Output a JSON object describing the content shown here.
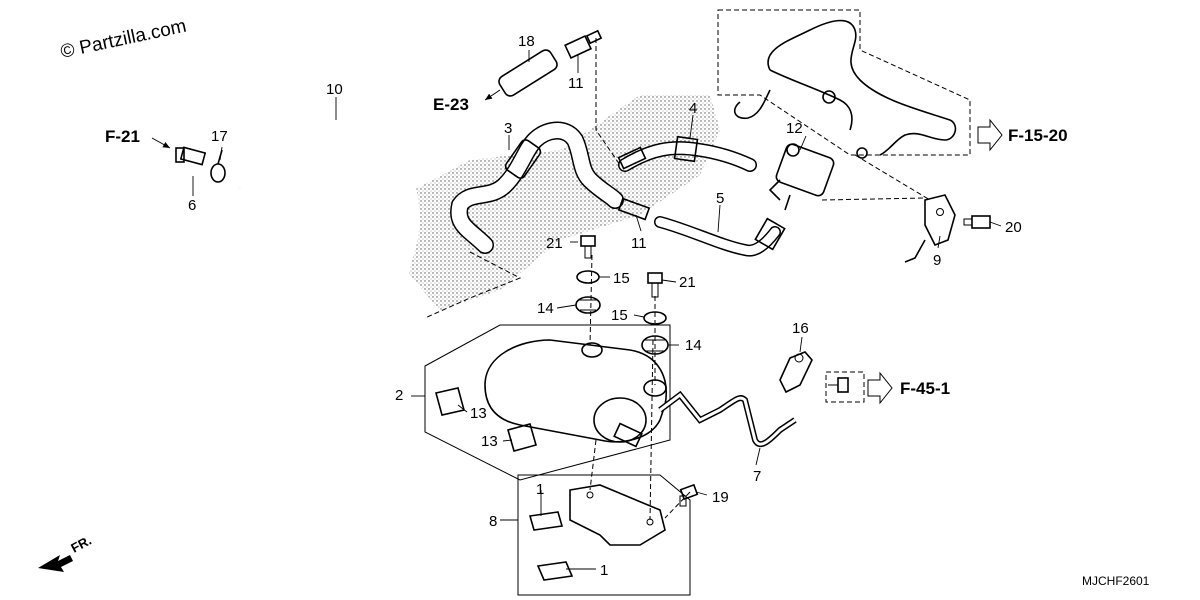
{
  "watermark": "© Partzilla.com",
  "diagram_code": "MJCHF2601",
  "direction_label": "FR.",
  "references": [
    "F-21",
    "E-23",
    "F-15-20",
    "F-45-1"
  ],
  "callouts": [
    "1",
    "1",
    "2",
    "3",
    "4",
    "5",
    "6",
    "7",
    "8",
    "9",
    "10",
    "11",
    "11",
    "12",
    "13",
    "13",
    "14",
    "14",
    "15",
    "15",
    "16",
    "17",
    "18",
    "19",
    "20",
    "21",
    "21"
  ]
}
